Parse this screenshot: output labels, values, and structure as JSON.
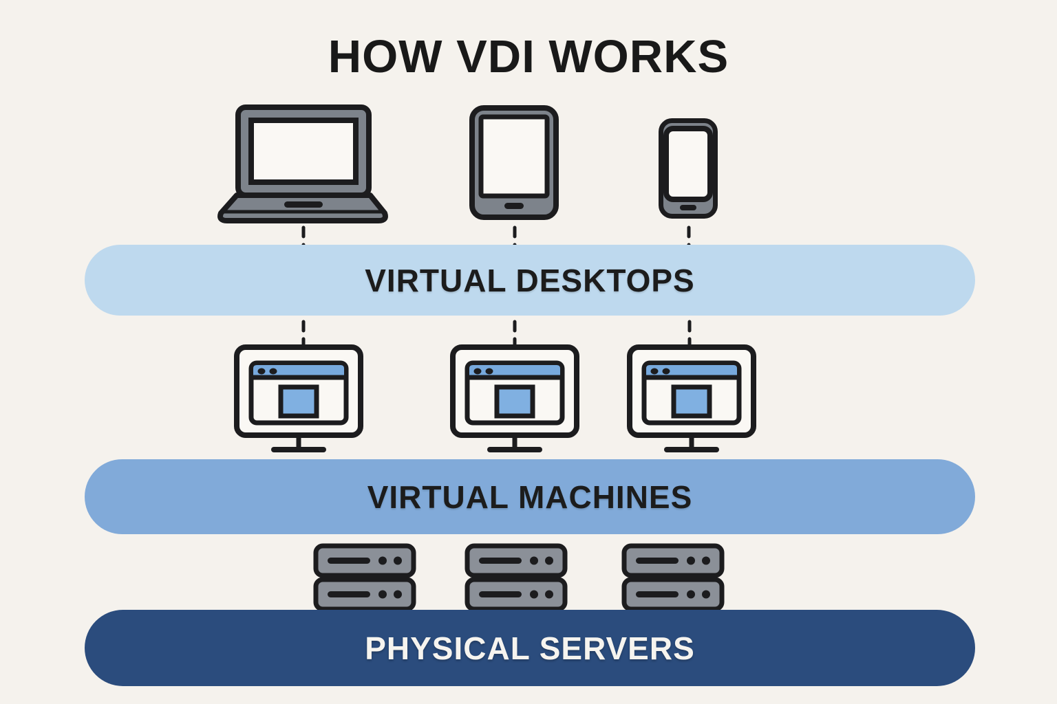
{
  "title": "HOW VDI WORKS",
  "background": "#f5f2ed",
  "layers": [
    {
      "id": "virtual-desktops",
      "label": "VIRTUAL DESKTOPS",
      "band_color": "#bed9ee",
      "text_color": "#1c1c1c"
    },
    {
      "id": "virtual-machines",
      "label": "VIRTUAL MACHINES",
      "band_color": "#81aad9",
      "text_color": "#1c1c1c"
    },
    {
      "id": "physical-servers",
      "label": "PHYSICAL SERVERS",
      "band_color": "#2b4c7d",
      "text_color": "#f6f4ef"
    }
  ],
  "devices": [
    {
      "name": "laptop-icon"
    },
    {
      "name": "tablet-icon"
    },
    {
      "name": "smartphone-icon"
    }
  ],
  "virtual_desktop_monitor_count": 3,
  "physical_server_count": 3,
  "palette": {
    "bg": "#f5f2ed",
    "outline": "#1c1c1e",
    "device_gray": "#7d838b",
    "server_gray": "#8b9098",
    "screen_white": "#faf8f4",
    "browser_bar_blue": "#77a9dd",
    "window_blue": "#80b0e1",
    "connector_dark": "#1c1c1e"
  }
}
